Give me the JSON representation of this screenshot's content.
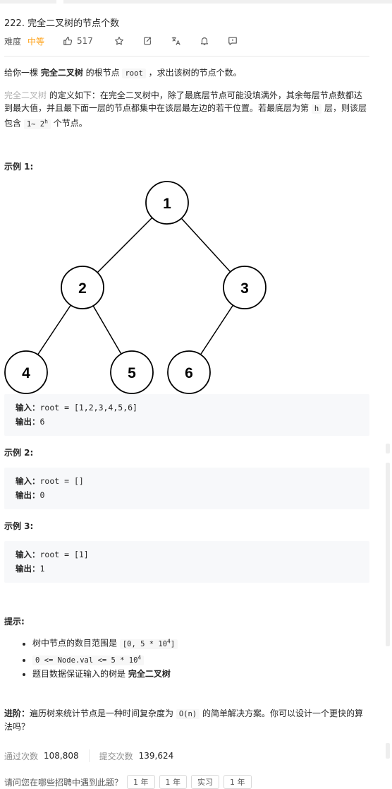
{
  "problem": {
    "title": "222. 完全二叉树的节点个数",
    "difficulty_label": "难度",
    "difficulty": "中等",
    "likes": "517"
  },
  "description": {
    "p1_a": "给你一棵 ",
    "p1_b": "完全二叉树",
    "p1_c": " 的根节点 ",
    "p1_code": "root",
    "p1_d": " ，求出该树的节点个数。",
    "p2_link": "完全二叉树",
    "p2_a": " 的定义如下：在完全二叉树中，除了最底层节点可能没填满外，其余每层节点数都达到最大值，并且最下面一层的节点都集中在该层最左边的若干位置。若最底层为第 ",
    "p2_code_h": "h",
    "p2_b": " 层，则该层包含 ",
    "p2_code_range": "1~ 2",
    "p2_sup": "h",
    "p2_c": " 个节点。"
  },
  "examples": [
    {
      "heading": "示例 1:",
      "input_label": "输入：",
      "input": "root = [1,2,3,4,5,6]",
      "output_label": "输出：",
      "output": "6",
      "tree_nodes": [
        "1",
        "2",
        "3",
        "4",
        "5",
        "6"
      ]
    },
    {
      "heading": "示例 2:",
      "input_label": "输入：",
      "input": "root = []",
      "output_label": "输出：",
      "output": "0"
    },
    {
      "heading": "示例 3:",
      "input_label": "输入：",
      "input": "root = [1]",
      "output_label": "输出：",
      "output": "1"
    }
  ],
  "hints": {
    "heading": "提示:",
    "h1_a": "树中节点的数目范围是 ",
    "h1_code": "[0, 5 * 10",
    "h1_sup": "4",
    "h1_code_end": "]",
    "h2_code": "0 <= Node.val <= 5 * 10",
    "h2_sup": "4",
    "h3_a": "题目数据保证输入的树是 ",
    "h3_b": "完全二叉树"
  },
  "advanced": {
    "label": "进阶：",
    "a": "遍历树来统计节点是一种时间复杂度为 ",
    "code": "O(n)",
    "b": " 的简单解决方案。你可以设计一个更快的算法吗？"
  },
  "stats": {
    "accepted_label": "通过次数",
    "accepted": "108,808",
    "submitted_label": "提交次数",
    "submitted": "139,624"
  },
  "bottom": {
    "text": "请问您在哪些招聘中遇到此题？",
    "tags": [
      "1 年",
      "1 年",
      "实习",
      "1 年"
    ]
  },
  "colors": {
    "difficulty_medium": "#ffa116",
    "code_bg": "#f7f8fa",
    "divider": "#e8e8e8"
  }
}
